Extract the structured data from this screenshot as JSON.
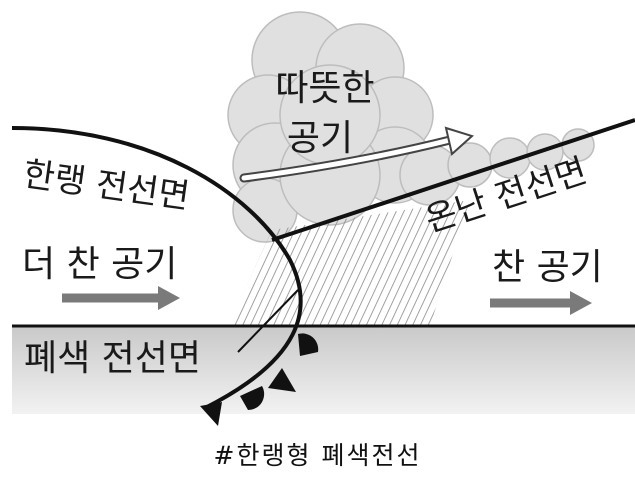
{
  "labels": {
    "warm_air_line1": "따뜻한",
    "warm_air_line2": "공기",
    "cold_front_surface": "한랭 전선면",
    "warm_front_surface": "온난 전선면",
    "colder_air": "더 찬 공기",
    "cold_air": "찬 공기",
    "occluded_front_surface": "폐색 전선면"
  },
  "caption": "#한랭형 폐색전선",
  "colors": {
    "ground": "#dcdcdc",
    "cloud": "#e2e2e2",
    "arrow": "#7a7a7a",
    "line": "#111111",
    "rain": "#9a9a9a"
  }
}
